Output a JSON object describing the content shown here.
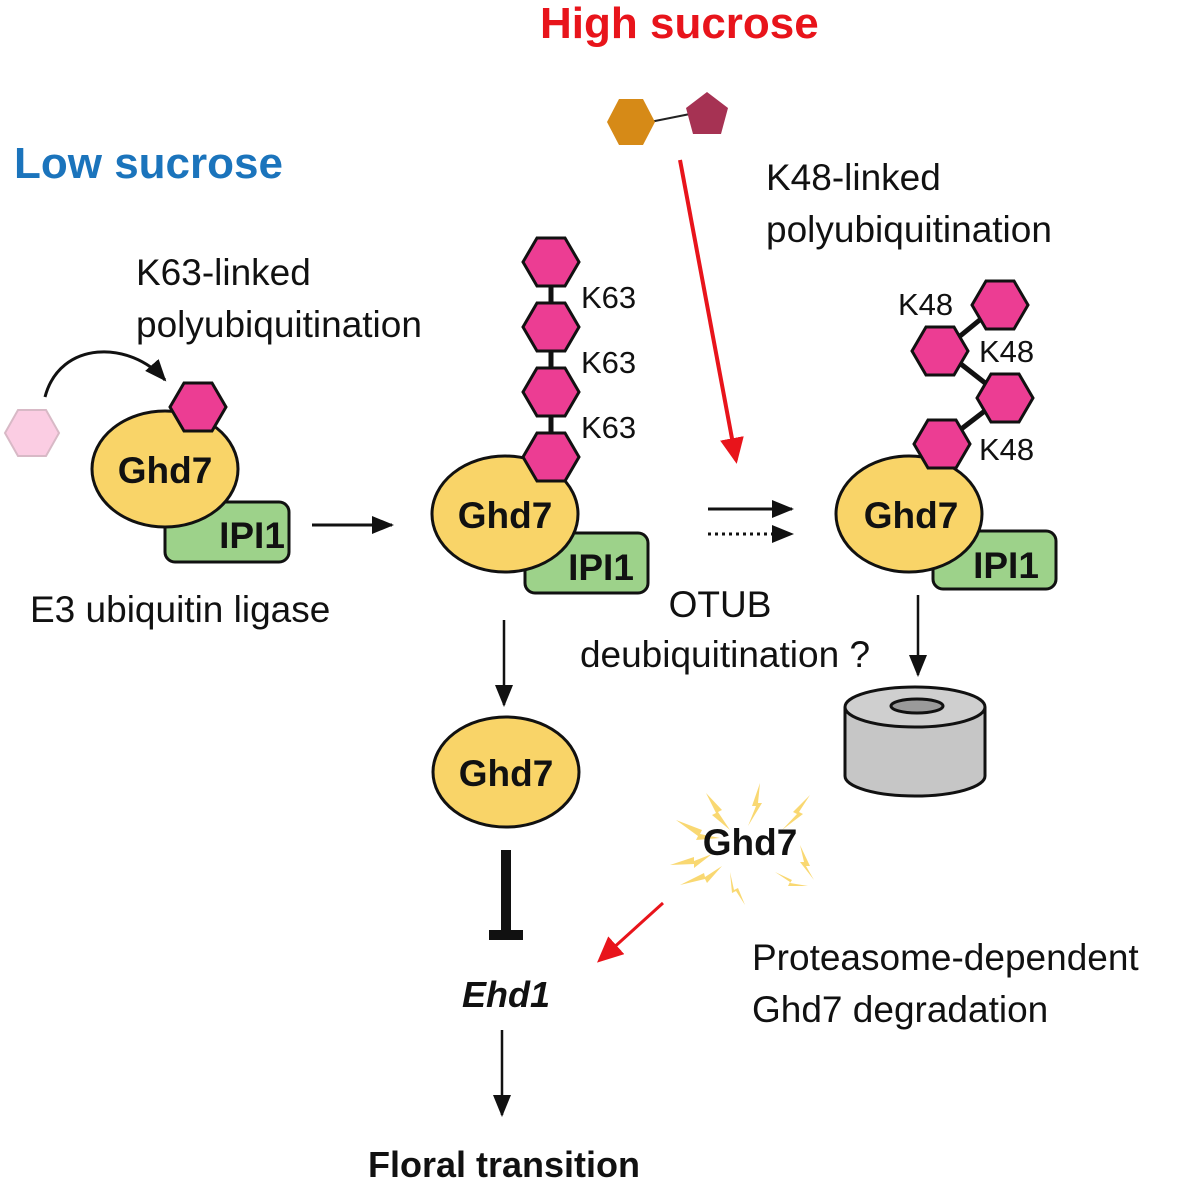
{
  "titles": {
    "high_sucrose": "High sucrose",
    "low_sucrose": "Low sucrose"
  },
  "colors": {
    "high_sucrose": "#e8141b",
    "low_sucrose": "#1b74bc",
    "ubiquitin": "#ec3d93",
    "free_ubiquitin": "#fbcde3",
    "ghd7": "#f9d468",
    "ipi1": "#9dd28a",
    "glucose": "#d68a17",
    "fructose": "#a63253",
    "proteasome": "#c6c6c6",
    "red_arrow": "#e8141b"
  },
  "labels": {
    "k63_linked_line1": "K63-linked",
    "k63_linked_line2": "polyubiquitination",
    "k48_linked_line1": "K48-linked",
    "k48_linked_line2": "polyubiquitination",
    "e3_ligase": "E3 ubiquitin ligase",
    "otub_line1": "OTUB",
    "otub_line2": "deubiquitination ?",
    "degradation_line1": "Proteasome-dependent",
    "degradation_line2": "Ghd7 degradation"
  },
  "proteins": {
    "ghd7": "Ghd7",
    "ipi1": "IPI1"
  },
  "linkages": {
    "k63": [
      "K63",
      "K63",
      "K63"
    ],
    "k48": [
      "K48",
      "K48",
      "K48"
    ]
  },
  "gene": "Ehd1",
  "outcome": "Floral transition",
  "icons": {
    "sucrose": "sucrose-molecule-icon",
    "proteasome": "proteasome-icon",
    "degraded": "burst-icon"
  }
}
